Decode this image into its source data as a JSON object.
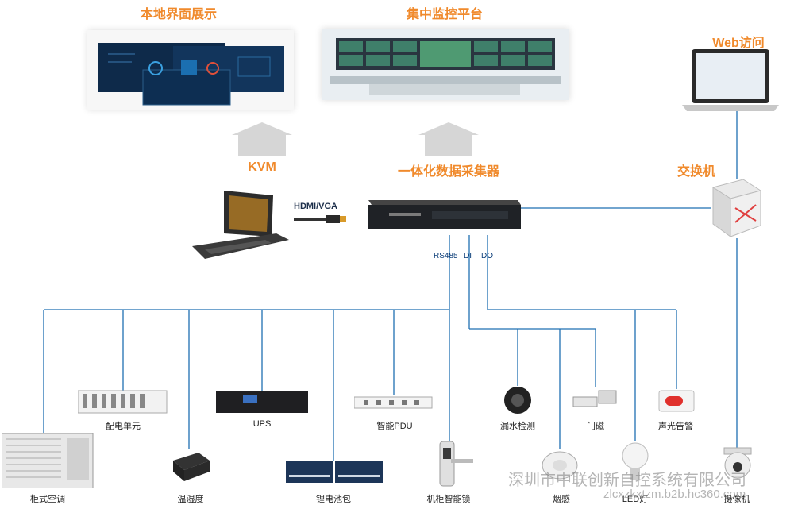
{
  "top": {
    "local_display_title": "本地界面展示",
    "central_monitor_title": "集中监控平台",
    "web_access_title": "Web访问"
  },
  "middle": {
    "kvm_label": "KVM",
    "collector_label": "一体化数据采集器",
    "switch_label": "交换机",
    "hdmi_label": "HDMI/VGA",
    "ports": {
      "rs485": "RS485",
      "di": "DI",
      "do": "DO"
    }
  },
  "devices": {
    "cabinet_ac": "柜式空调",
    "power_unit": "配电单元",
    "temp_humidity": "温湿度",
    "ups": "UPS",
    "battery": "锂电池包",
    "smart_pdu": "智能PDU",
    "smart_lock": "机柜智能锁",
    "water_leak": "漏水检测",
    "smoke": "烟感",
    "door_magnet": "门磁",
    "led_light": "LED灯",
    "alarm": "声光告警",
    "camera": "摄像机"
  },
  "watermark": {
    "company": "深圳市中联创新自控系统有限公司",
    "url": "zlcxzkxtzm.b2b.hc360.com"
  },
  "colors": {
    "title": "#f08a2c",
    "line": "#1f6fb2",
    "port_text": "#0b3d78"
  }
}
